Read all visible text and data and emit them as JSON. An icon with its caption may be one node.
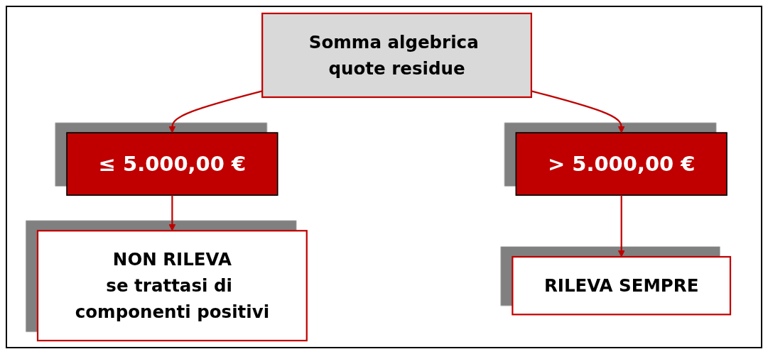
{
  "diagram": {
    "nodes": [
      {
        "text": [
          "Somma algebrica quote residue"
        ]
      },
      {
        "text": [
          "≤ 5.000,00 €"
        ]
      },
      {
        "text": [
          "> 5.000,00 €"
        ]
      },
      {
        "text": [
          "NON RILEVA",
          "se trattasi di componenti positivi"
        ]
      },
      {
        "text": [
          "RILEVA SEMPRE"
        ]
      }
    ],
    "edges": [
      {
        "from": 0,
        "to": 1,
        "arrow": "to"
      },
      {
        "from": 0,
        "to": 2,
        "arrow": "to"
      },
      {
        "from": 1,
        "to": 3,
        "arrow": "to"
      },
      {
        "from": 2,
        "to": 4,
        "arrow": "to"
      }
    ]
  }
}
